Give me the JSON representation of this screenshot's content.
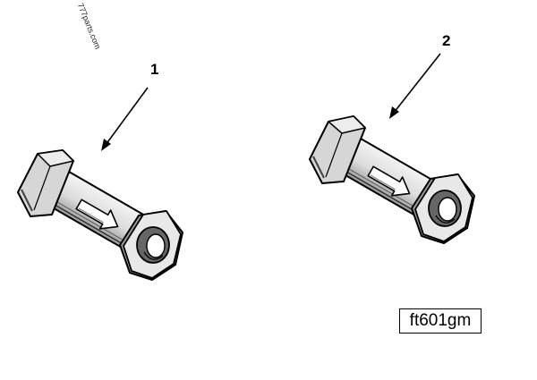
{
  "watermark": "777parts.com",
  "callouts": {
    "item1": "1",
    "item2": "2"
  },
  "figure_id": "ft601gm",
  "parts": [
    {
      "callout": "1",
      "name": "check valve (flow arrow toward right end)"
    },
    {
      "callout": "2",
      "name": "check valve (flow arrow toward right end)"
    }
  ]
}
